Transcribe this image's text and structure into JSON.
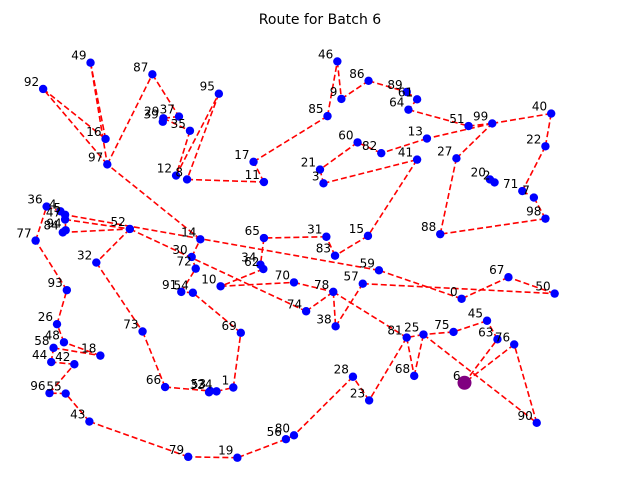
{
  "chart_data": {
    "type": "scatter",
    "title": "Route for Batch 6",
    "xlim": [
      5,
      105
    ],
    "ylim": [
      -2,
      102
    ],
    "grid": false,
    "axes_visible": false,
    "colors": {
      "route": "#ff0000",
      "node": "#0000ff",
      "start": "#800080"
    },
    "nodes": [
      {
        "id": 0,
        "x": 79.5,
        "y": 41.0
      },
      {
        "id": 1,
        "x": 40.0,
        "y": 20.4
      },
      {
        "id": 2,
        "x": 85.2,
        "y": 68.0
      },
      {
        "id": 3,
        "x": 55.6,
        "y": 67.8
      },
      {
        "id": 4,
        "x": 10.1,
        "y": 61.3
      },
      {
        "id": 5,
        "x": 10.9,
        "y": 60.5
      },
      {
        "id": 6,
        "x": 80.0,
        "y": 21.5
      },
      {
        "id": 7,
        "x": 92.0,
        "y": 64.5
      },
      {
        "id": 8,
        "x": 32.0,
        "y": 68.7
      },
      {
        "id": 9,
        "x": 58.7,
        "y": 87.4
      },
      {
        "id": 10,
        "x": 37.8,
        "y": 43.9
      },
      {
        "id": 11,
        "x": 45.3,
        "y": 68.1
      },
      {
        "id": 12,
        "x": 30.1,
        "y": 69.6
      },
      {
        "id": 13,
        "x": 73.5,
        "y": 78.2
      },
      {
        "id": 14,
        "x": 34.3,
        "y": 54.8
      },
      {
        "id": 15,
        "x": 63.3,
        "y": 55.6
      },
      {
        "id": 16,
        "x": 17.9,
        "y": 78.1
      },
      {
        "id": 17,
        "x": 43.5,
        "y": 72.8
      },
      {
        "id": 18,
        "x": 17.0,
        "y": 27.8
      },
      {
        "id": 19,
        "x": 40.7,
        "y": 4.1
      },
      {
        "id": 20,
        "x": 84.4,
        "y": 68.7
      },
      {
        "id": 21,
        "x": 55.0,
        "y": 71.0
      },
      {
        "id": 22,
        "x": 94.0,
        "y": 76.4
      },
      {
        "id": 23,
        "x": 63.5,
        "y": 17.4
      },
      {
        "id": 24,
        "x": 37.1,
        "y": 19.5
      },
      {
        "id": 25,
        "x": 72.9,
        "y": 32.7
      },
      {
        "id": 26,
        "x": 9.5,
        "y": 35.1
      },
      {
        "id": 27,
        "x": 78.6,
        "y": 73.6
      },
      {
        "id": 28,
        "x": 60.7,
        "y": 22.9
      },
      {
        "id": 29,
        "x": 27.9,
        "y": 82.9
      },
      {
        "id": 30,
        "x": 32.8,
        "y": 50.7
      },
      {
        "id": 31,
        "x": 56.1,
        "y": 55.4
      },
      {
        "id": 32,
        "x": 16.3,
        "y": 49.4
      },
      {
        "id": 33,
        "x": 35.8,
        "y": 19.3
      },
      {
        "id": 34,
        "x": 44.7,
        "y": 48.9
      },
      {
        "id": 35,
        "x": 32.5,
        "y": 80.0
      },
      {
        "id": 36,
        "x": 7.7,
        "y": 62.4
      },
      {
        "id": 37,
        "x": 30.6,
        "y": 83.3
      },
      {
        "id": 38,
        "x": 57.7,
        "y": 34.6
      },
      {
        "id": 39,
        "x": 27.8,
        "y": 82.1
      },
      {
        "id": 40,
        "x": 95.0,
        "y": 84.0
      },
      {
        "id": 41,
        "x": 71.8,
        "y": 73.3
      },
      {
        "id": 42,
        "x": 12.5,
        "y": 25.8
      },
      {
        "id": 43,
        "x": 15.1,
        "y": 12.5
      },
      {
        "id": 44,
        "x": 8.5,
        "y": 26.3
      },
      {
        "id": 45,
        "x": 83.9,
        "y": 35.9
      },
      {
        "id": 46,
        "x": 58.0,
        "y": 96.1
      },
      {
        "id": 47,
        "x": 10.9,
        "y": 59.4
      },
      {
        "id": 48,
        "x": 10.7,
        "y": 30.9
      },
      {
        "id": 49,
        "x": 15.3,
        "y": 95.8
      },
      {
        "id": 50,
        "x": 95.6,
        "y": 42.2
      },
      {
        "id": 51,
        "x": 80.7,
        "y": 81.1
      },
      {
        "id": 52,
        "x": 22.1,
        "y": 57.2
      },
      {
        "id": 53,
        "x": 36.0,
        "y": 19.6
      },
      {
        "id": 54,
        "x": 33.0,
        "y": 42.4
      },
      {
        "id": 55,
        "x": 11.0,
        "y": 19.0
      },
      {
        "id": 56,
        "x": 49.1,
        "y": 8.4
      },
      {
        "id": 57,
        "x": 62.4,
        "y": 44.5
      },
      {
        "id": 58,
        "x": 8.9,
        "y": 29.6
      },
      {
        "id": 59,
        "x": 65.2,
        "y": 47.6
      },
      {
        "id": 60,
        "x": 61.5,
        "y": 77.3
      },
      {
        "id": 61,
        "x": 71.8,
        "y": 87.3
      },
      {
        "id": 62,
        "x": 45.2,
        "y": 47.9
      },
      {
        "id": 63,
        "x": 85.7,
        "y": 31.6
      },
      {
        "id": 64,
        "x": 70.3,
        "y": 84.9
      },
      {
        "id": 65,
        "x": 45.3,
        "y": 55.1
      },
      {
        "id": 66,
        "x": 28.2,
        "y": 20.5
      },
      {
        "id": 67,
        "x": 87.6,
        "y": 46.0
      },
      {
        "id": 68,
        "x": 71.3,
        "y": 23.1
      },
      {
        "id": 69,
        "x": 41.3,
        "y": 33.1
      },
      {
        "id": 70,
        "x": 50.5,
        "y": 44.8
      },
      {
        "id": 71,
        "x": 90.0,
        "y": 66.0
      },
      {
        "id": 72,
        "x": 33.5,
        "y": 48.0
      },
      {
        "id": 73,
        "x": 24.3,
        "y": 33.4
      },
      {
        "id": 74,
        "x": 52.6,
        "y": 38.1
      },
      {
        "id": 75,
        "x": 78.1,
        "y": 33.3
      },
      {
        "id": 76,
        "x": 88.6,
        "y": 30.4
      },
      {
        "id": 77,
        "x": 5.8,
        "y": 54.5
      },
      {
        "id": 78,
        "x": 57.3,
        "y": 42.6
      },
      {
        "id": 79,
        "x": 32.2,
        "y": 4.3
      },
      {
        "id": 80,
        "x": 50.5,
        "y": 9.3
      },
      {
        "id": 81,
        "x": 70.0,
        "y": 32.0
      },
      {
        "id": 82,
        "x": 65.6,
        "y": 74.8
      },
      {
        "id": 83,
        "x": 57.6,
        "y": 51.0
      },
      {
        "id": 84,
        "x": 10.5,
        "y": 56.4
      },
      {
        "id": 85,
        "x": 56.3,
        "y": 83.4
      },
      {
        "id": 86,
        "x": 63.4,
        "y": 91.6
      },
      {
        "id": 87,
        "x": 26.0,
        "y": 93.1
      },
      {
        "id": 88,
        "x": 75.8,
        "y": 56.0
      },
      {
        "id": 89,
        "x": 70.0,
        "y": 89.0
      },
      {
        "id": 90,
        "x": 92.5,
        "y": 12.2
      },
      {
        "id": 91,
        "x": 31.0,
        "y": 42.6
      },
      {
        "id": 92,
        "x": 7.1,
        "y": 89.7
      },
      {
        "id": 93,
        "x": 11.2,
        "y": 43.0
      },
      {
        "id": 94,
        "x": 11.0,
        "y": 56.9
      },
      {
        "id": 95,
        "x": 37.5,
        "y": 88.6
      },
      {
        "id": 96,
        "x": 8.2,
        "y": 19.1
      },
      {
        "id": 97,
        "x": 18.2,
        "y": 72.2
      },
      {
        "id": 98,
        "x": 94.0,
        "y": 59.6
      },
      {
        "id": 99,
        "x": 84.8,
        "y": 81.7
      }
    ],
    "route": [
      6,
      63,
      45,
      75,
      25,
      81,
      23,
      28,
      80,
      56,
      19,
      79,
      43,
      55,
      96,
      42,
      44,
      58,
      18,
      48,
      26,
      93,
      77,
      36,
      4,
      47,
      52,
      32,
      73,
      66,
      53,
      33,
      24,
      1,
      69,
      54,
      91,
      72,
      30,
      14,
      97,
      92,
      16,
      49,
      97,
      87,
      37,
      29,
      35,
      12,
      95,
      8,
      11,
      17,
      85,
      46,
      9,
      86,
      89,
      61,
      64,
      51,
      99,
      40,
      22,
      71,
      7,
      98,
      88,
      27,
      99,
      13,
      82,
      60,
      21,
      3,
      41,
      15,
      83,
      31,
      65,
      34,
      62,
      10,
      70,
      78,
      38,
      57,
      50,
      67,
      0,
      59,
      5,
      94,
      84,
      52,
      74,
      78,
      81,
      68,
      25,
      90,
      76,
      6
    ],
    "start_node": 6
  }
}
